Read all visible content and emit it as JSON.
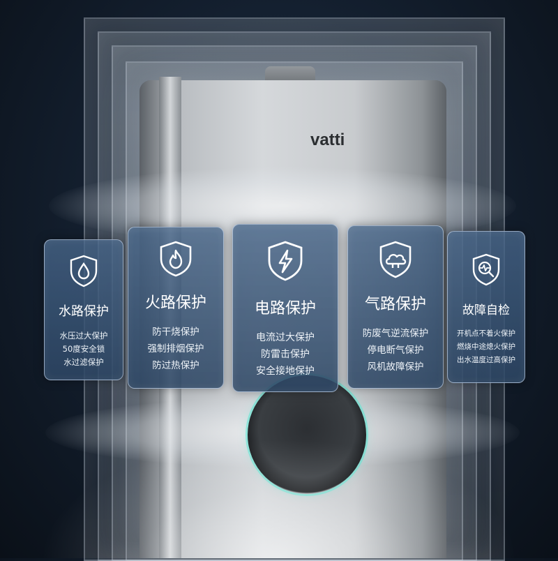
{
  "brand": {
    "logo_text": "vatti"
  },
  "colors": {
    "background": "#0e1823",
    "card_fill": "#3b5a80",
    "card_border": "#dce9ff",
    "dial_accent": "#5ae6d2"
  },
  "cards": [
    {
      "icon": "water-drop-shield-icon",
      "title": "水路保护",
      "lines": [
        "水压过大保护",
        "50度安全锁",
        "水过滤保护"
      ]
    },
    {
      "icon": "flame-shield-icon",
      "title": "火路保护",
      "lines": [
        "防干烧保护",
        "强制排烟保护",
        "防过热保护"
      ]
    },
    {
      "icon": "lightning-shield-icon",
      "title": "电路保护",
      "lines": [
        "电流过大保护",
        "防雷击保护",
        "安全接地保护"
      ]
    },
    {
      "icon": "cloud-shield-icon",
      "title": "气路保护",
      "lines": [
        "防废气逆流保护",
        "停电断气保护",
        "风机故障保护"
      ]
    },
    {
      "icon": "pulse-magnifier-shield-icon",
      "title": "故障自检",
      "lines": [
        "开机点不着火保护",
        "燃烧中途熄火保护",
        "出水温度过高保护"
      ]
    }
  ]
}
